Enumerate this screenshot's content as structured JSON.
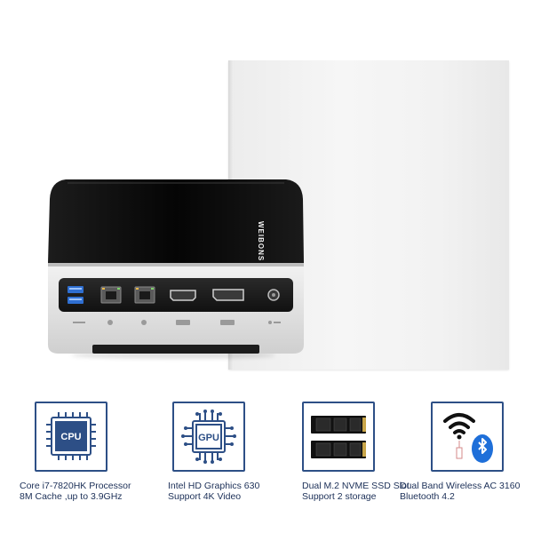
{
  "device": {
    "brand": "WEIBONS",
    "ports": [
      "USB 3.0",
      "Ethernet",
      "Ethernet",
      "HDMI",
      "DisplayPort",
      "DC Power"
    ]
  },
  "features": [
    {
      "icon": "cpu-icon",
      "icon_label": "CPU",
      "line1": "Core i7-7820HK Processor",
      "line2": "8M Cache ,up to 3.9GHz"
    },
    {
      "icon": "gpu-icon",
      "icon_label": "GPU",
      "line1": "Intel HD Graphics 630",
      "line2": "Support 4K Video"
    },
    {
      "icon": "ssd-icon",
      "icon_label": "",
      "line1": "Dual M.2 NVME SSD Slot",
      "line2": "Support 2 storage"
    },
    {
      "icon": "wifi-bluetooth-icon",
      "icon_label": "",
      "line1": "Dual Band Wireless AC 3160",
      "line2": "Bluetooth 4.2"
    }
  ],
  "colors": {
    "accent": "#2d4f86",
    "caption": "#1b2f57",
    "device_top": "#0b0b0b",
    "device_body": "#e9e9e9"
  }
}
